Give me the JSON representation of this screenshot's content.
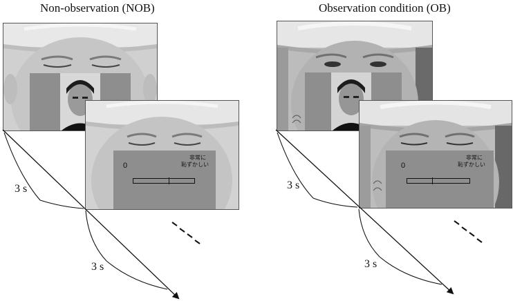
{
  "panels": {
    "nob": {
      "title": "Non-observation (NOB)",
      "interval_1": "3 s",
      "interval_2": "3 s",
      "rating": {
        "zero_label": "0",
        "anchor_line1": "非常に",
        "anchor_line2": "恥ずかしい"
      }
    },
    "ob": {
      "title": "Observation condition (OB)",
      "interval_1": "3 s",
      "interval_2": "3 s",
      "rating": {
        "zero_label": "0",
        "anchor_line1": "非常に",
        "anchor_line2": "恥ずかしい"
      }
    }
  },
  "colors": {
    "helmet": "#e6e6e6",
    "skin": "#c9c9c9",
    "overlay_gray": "#8e8e8e",
    "line": "#111111"
  },
  "icons": [
    "face-photo-icon",
    "helmet-icon",
    "ellipsis-icon"
  ]
}
